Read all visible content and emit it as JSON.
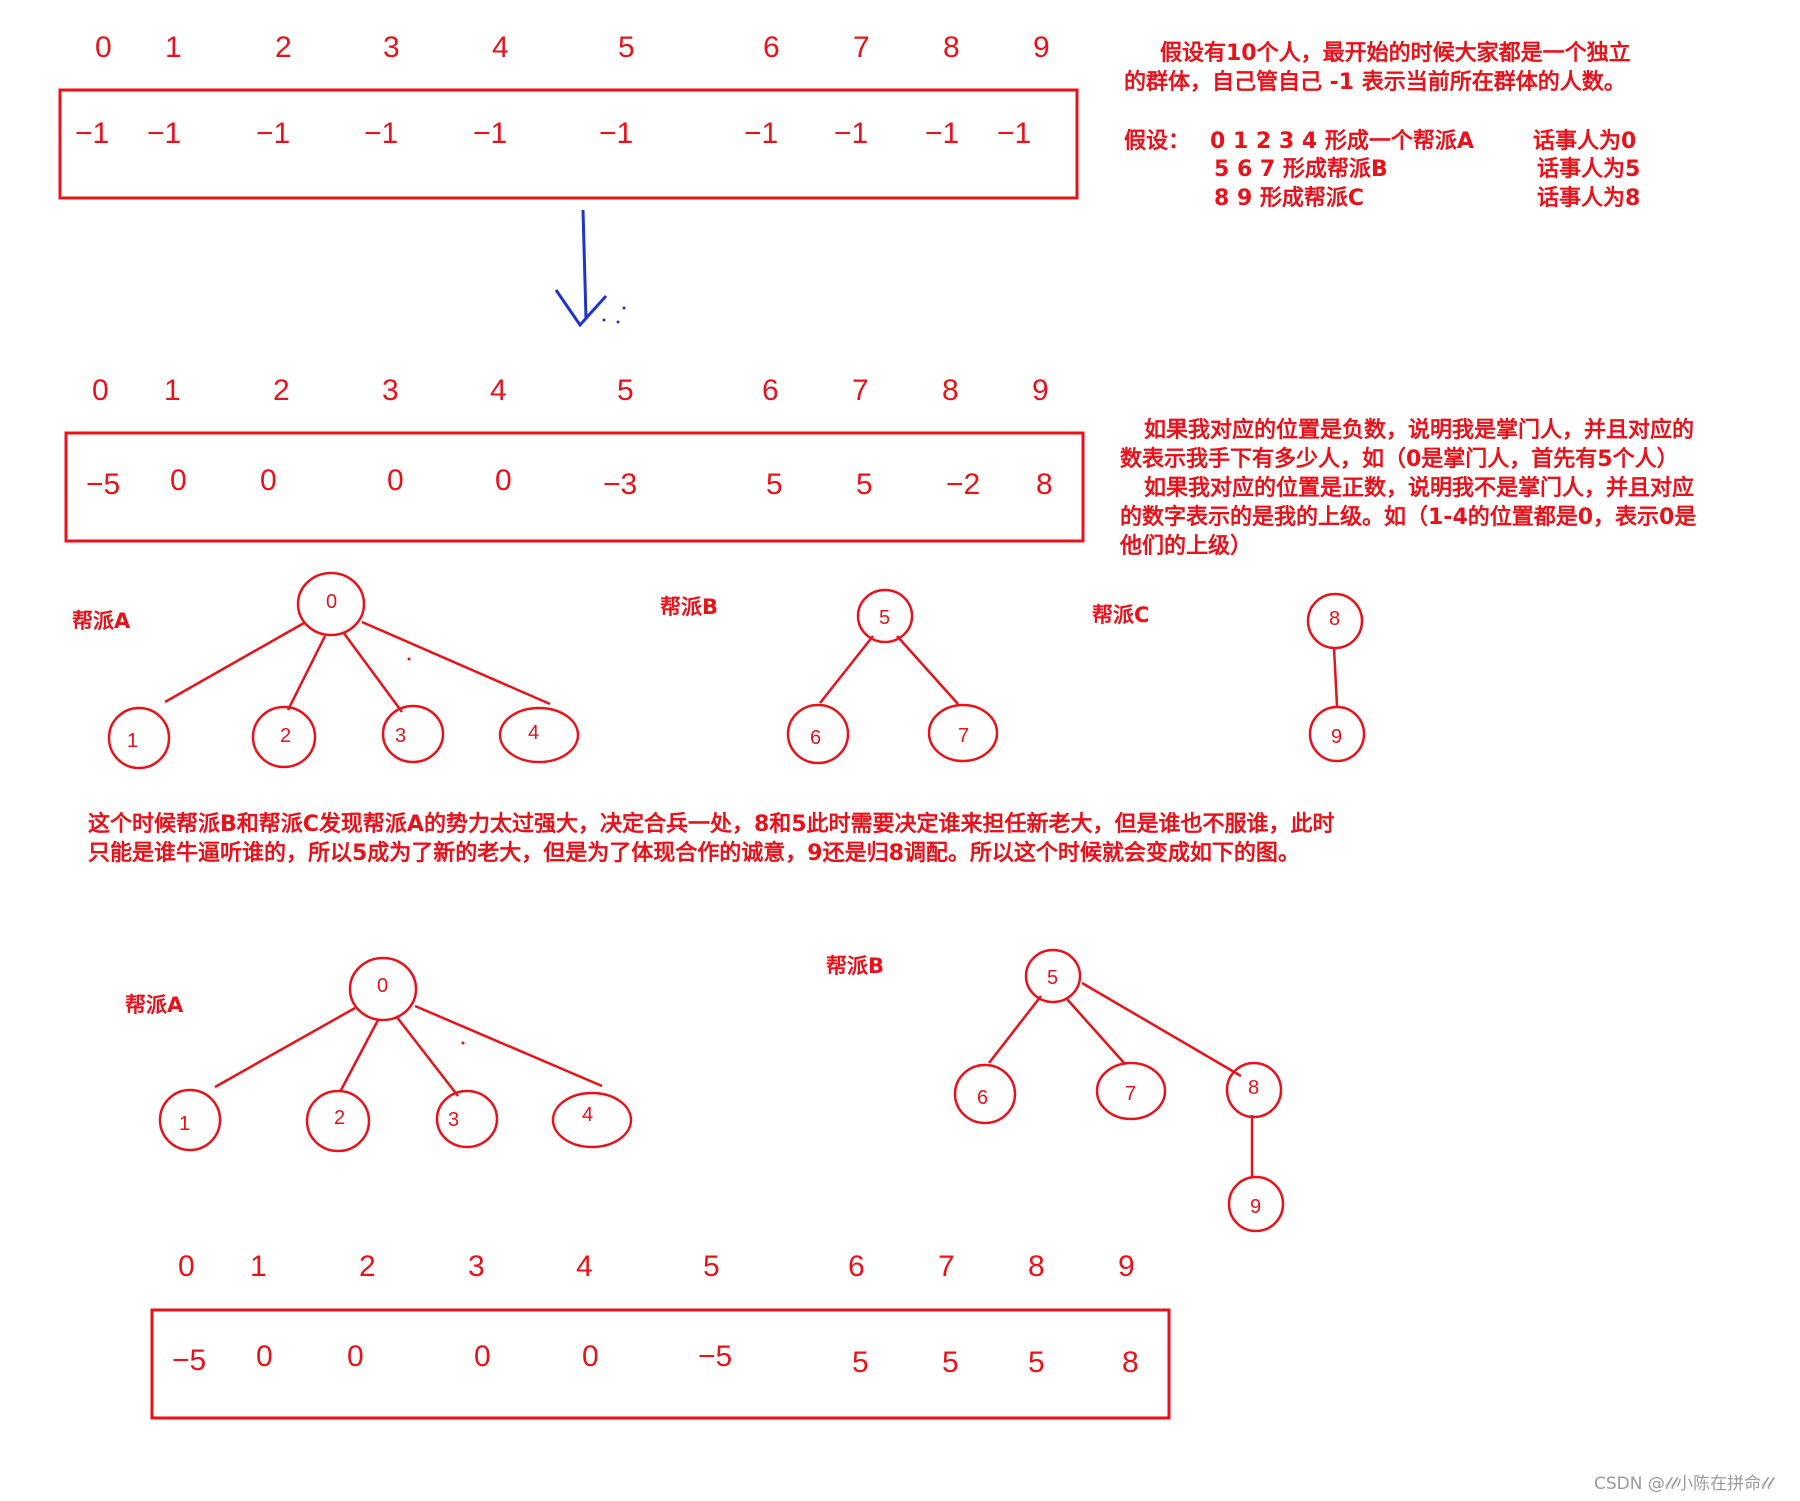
{
  "arrays": [
    {
      "indices": [
        "0",
        "1",
        "2",
        "3",
        "4",
        "5",
        "6",
        "7",
        "8",
        "9"
      ],
      "values": [
        "−1",
        "−1",
        "−1",
        "−1",
        "−1",
        "−1",
        "−1",
        "−1",
        "−1",
        "−1"
      ]
    },
    {
      "indices": [
        "0",
        "1",
        "2",
        "3",
        "4",
        "5",
        "6",
        "7",
        "8",
        "9"
      ],
      "values": [
        "−5",
        "0",
        "0",
        "0",
        "0",
        "−3",
        "5",
        "5",
        "−2",
        "8"
      ]
    },
    {
      "indices": [
        "0",
        "1",
        "2",
        "3",
        "4",
        "5",
        "6",
        "7",
        "8",
        "9"
      ],
      "values": [
        "−5",
        "0",
        "0",
        "0",
        "0",
        "−5",
        "5",
        "5",
        "5",
        "8"
      ]
    }
  ],
  "notes": {
    "intro": [
      "假设有10个人，最开始的时候大家都是一个独立",
      "的群体，自己管自己 -1 表示当前所在群体的人数。"
    ],
    "assume": [
      {
        "prefix": "假设：",
        "members": "0 1 2 3 4 形成一个帮派A",
        "leader": "话事人为0"
      },
      {
        "prefix": "",
        "members": "5 6 7 形成帮派B",
        "leader": "话事人为5"
      },
      {
        "prefix": "",
        "members": "8 9 形成帮派C",
        "leader": "话事人为8"
      }
    ],
    "explain": [
      "如果我对应的位置是负数，说明我是掌门人，并且对应的",
      "数表示我手下有多少人，如（0是掌门人，首先有5个人）",
      "如果我对应的位置是正数，说明我不是掌门人，并且对应",
      "的数字表示的是我的上级。如（1-4的位置都是0，表示0是",
      "他们的上级）"
    ],
    "merge": [
      "这个时候帮派B和帮派C发现帮派A的势力太过强大，决定合兵一处，8和5此时需要决定谁来担任新老大，但是谁也不服谁，此时",
      "只能是谁牛逼听谁的，所以5成为了新的老大，但是为了体现合作的诚意，9还是归8调配。所以这个时候就会变成如下的图。"
    ]
  },
  "trees_before": {
    "gangA": {
      "label": "帮派A",
      "root": "0",
      "children": [
        "1",
        "2",
        "3",
        "4"
      ]
    },
    "gangB": {
      "label": "帮派B",
      "root": "5",
      "children": [
        "6",
        "7"
      ]
    },
    "gangC": {
      "label": "帮派C",
      "root": "8",
      "children": [
        "9"
      ]
    }
  },
  "trees_after": {
    "gangA": {
      "label": "帮派A",
      "root": "0",
      "children": [
        "1",
        "2",
        "3",
        "4"
      ]
    },
    "gangB": {
      "label": "帮派B",
      "root": "5",
      "children": [
        "6",
        "7",
        "8"
      ],
      "grandchild": "9"
    }
  },
  "watermark": "CSDN @𝓁𝓁小陈在拼命𝓁𝓁",
  "colors": {
    "ink": "#e8121b",
    "arrow": "#2233cc"
  }
}
